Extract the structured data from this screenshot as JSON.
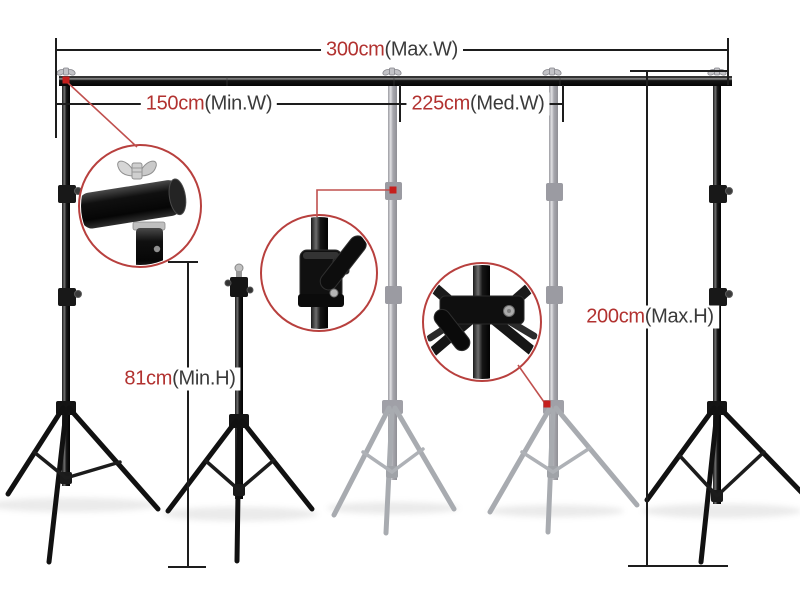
{
  "scene": {
    "colors": {
      "accent_red": "#b23230",
      "pointer_red": "#c0504e",
      "dot_red": "#c51f1d",
      "line_dark": "#1d1d1d",
      "text_dark": "#3a3a3a",
      "background": "#ffffff"
    }
  },
  "labels": {
    "max_width": {
      "value": "300cm",
      "suffix": "(Max.W)"
    },
    "min_width": {
      "value": "150cm",
      "suffix": "(Min.W)"
    },
    "med_width": {
      "value": "225cm",
      "suffix": "(Med.W)"
    },
    "max_height": {
      "value": "200cm",
      "suffix": "(Max.H)"
    },
    "min_height": {
      "value": "81cm",
      "suffix": "(Min.H)"
    }
  },
  "callouts": [
    {
      "id": "crossbar-wingnut-connector-detail"
    },
    {
      "id": "pole-lock-lever-detail"
    },
    {
      "id": "tripod-hub-knob-detail"
    }
  ]
}
